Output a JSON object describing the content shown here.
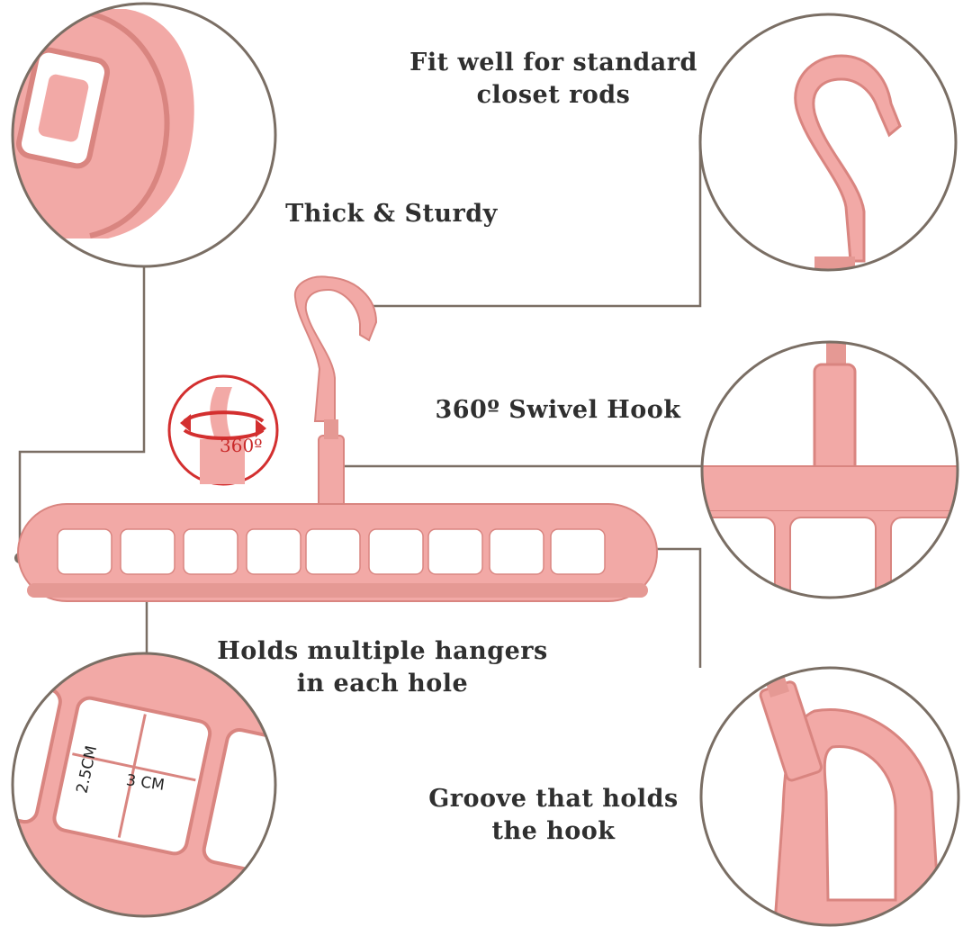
{
  "labels": {
    "fit_line1": "Fit well for standard",
    "fit_line2": "closet rods",
    "thick": "Thick & Sturdy",
    "swivel": "360º Swivel Hook",
    "holds_line1": "Holds multiple hangers",
    "holds_line2": "in each hole",
    "groove_line1": "Groove that holds",
    "groove_line2": "the hook"
  },
  "dimensions": {
    "height": "2.5CM",
    "width": "3 CM"
  },
  "rotation_badge": "360º",
  "colors": {
    "hanger_pink": "#f2a9a6",
    "hanger_shadow": "#d98580",
    "leader_line": "#7a6e64",
    "circle_border": "#7a6e64",
    "rotation_arrow": "#d32f2f"
  }
}
